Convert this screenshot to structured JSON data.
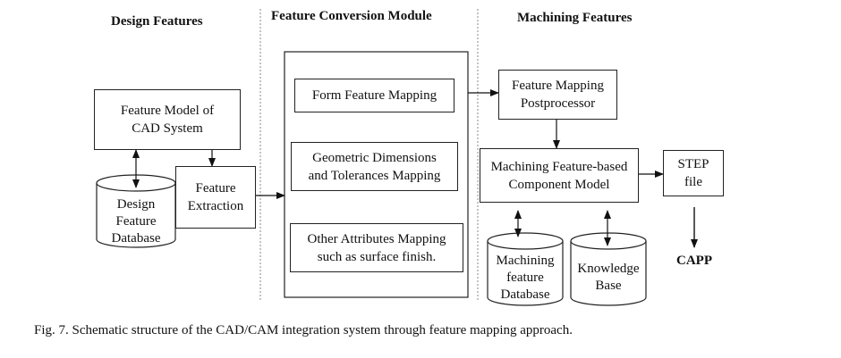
{
  "headers": {
    "design": "Design Features",
    "conversion": "Feature Conversion Module",
    "machining": "Machining Features"
  },
  "boxes": {
    "cad_model": "Feature Model of\nCAD System",
    "feature_extraction": "Feature\nExtraction",
    "form_mapping": "Form Feature Mapping",
    "gdt_mapping": "Geometric Dimensions\nand Tolerances Mapping",
    "other_mapping": "Other Attributes Mapping\nsuch as surface finish.",
    "postprocessor": "Feature Mapping\nPostprocessor",
    "component_model": "Machining Feature-based\nComponent Model",
    "step_file": "STEP\nfile"
  },
  "databases": {
    "design_db": "Design\nFeature\nDatabase",
    "machining_db": "Machining\nfeature\nDatabase",
    "knowledge_base": "Knowledge\nBase"
  },
  "capp": "CAPP",
  "caption": "Fig. 7. Schematic structure of the CAD/CAM integration system through feature mapping approach."
}
